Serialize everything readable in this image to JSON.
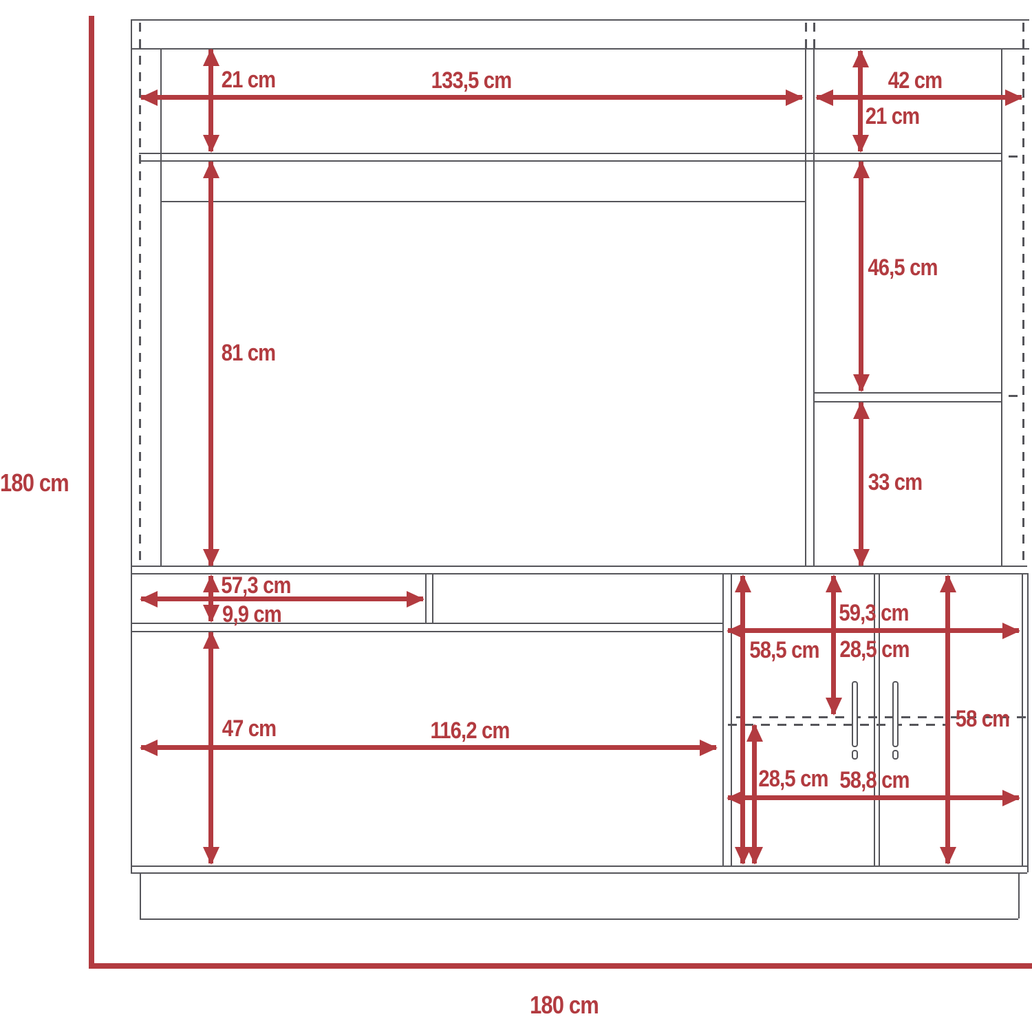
{
  "diagram_title": "furniture-dimension-drawing",
  "units": "cm",
  "colors": {
    "dimension_red": "#b23b40",
    "outline_gray": "#55555a",
    "background": "#ffffff"
  },
  "overall": {
    "height": "180 cm",
    "width": "180 cm"
  },
  "upper": {
    "top_panel_height_left": "21 cm",
    "main_opening_width": "133,5 cm",
    "right_column_width": "42 cm",
    "top_panel_height_right": "21 cm",
    "right_upper_shelf_height": "46,5 cm",
    "main_opening_height": "81 cm",
    "right_lower_shelf_height": "33 cm"
  },
  "lower": {
    "left_shelf_width": "57,3 cm",
    "left_shelf_height": "9,9 cm",
    "left_opening_height": "47 cm",
    "left_opening_width": "116,2 cm",
    "cabinet_top_width": "59,3 cm",
    "cabinet_left_height": "58,5 cm",
    "cabinet_door_upper_height": "28,5 cm",
    "cabinet_right_height": "58 cm",
    "cabinet_door_lower_height": "28,5 cm",
    "cabinet_bottom_width": "58,8 cm"
  }
}
